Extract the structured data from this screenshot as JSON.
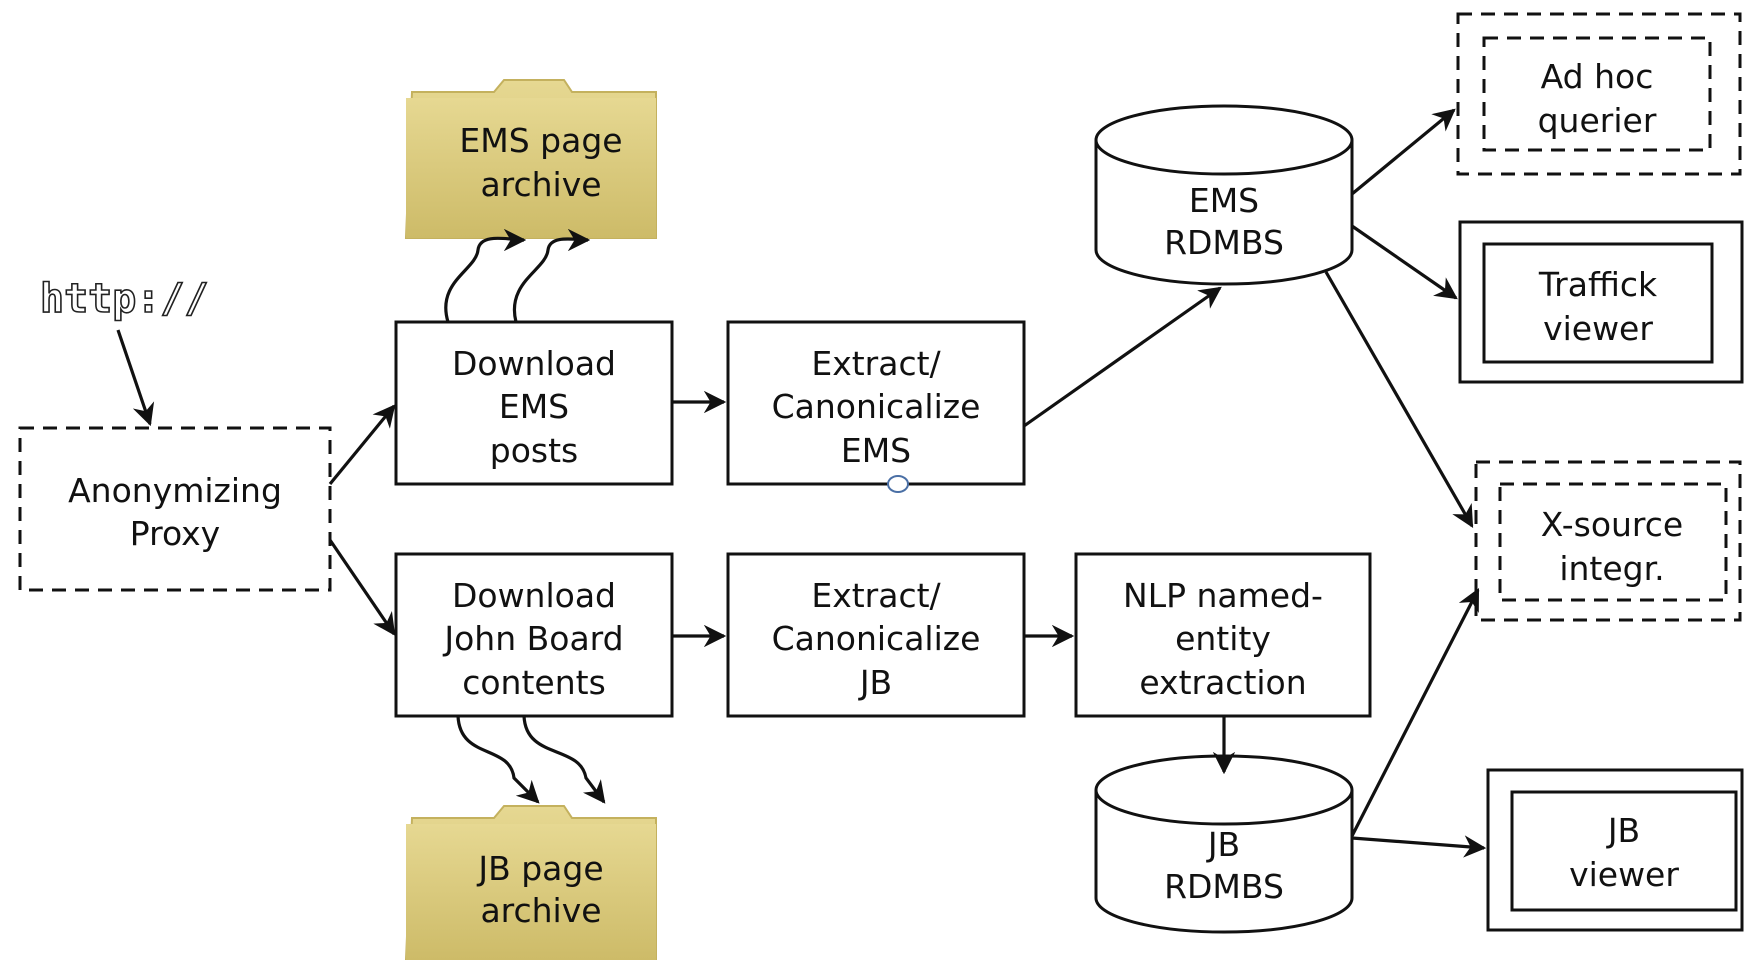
{
  "diagram": {
    "url_label": "http://",
    "proxy": [
      "Anonymizing",
      "Proxy"
    ],
    "download_ems": [
      "Download",
      "EMS",
      "posts"
    ],
    "download_jb": [
      "Download",
      "John Board",
      "contents"
    ],
    "extract_ems": [
      "Extract/",
      "Canonicalize",
      "EMS"
    ],
    "extract_jb": [
      "Extract/",
      "Canonicalize",
      "JB"
    ],
    "nlp": [
      "NLP named-",
      "entity",
      "extraction"
    ],
    "ems_archive": [
      "EMS page",
      "archive"
    ],
    "jb_archive": [
      "JB page",
      "archive"
    ],
    "ems_db": [
      "EMS",
      "RDMBS"
    ],
    "jb_db": [
      "JB",
      "RDMBS"
    ],
    "adhoc": [
      "Ad  hoc",
      "querier"
    ],
    "traffick": [
      "Traffick",
      "viewer"
    ],
    "xsource": [
      "X-source",
      "integr."
    ],
    "jbviewer": [
      "JB",
      "viewer"
    ],
    "colors": {
      "folder": "#d9c979",
      "folder_dark": "#c4b15e",
      "stroke": "#111111"
    }
  }
}
